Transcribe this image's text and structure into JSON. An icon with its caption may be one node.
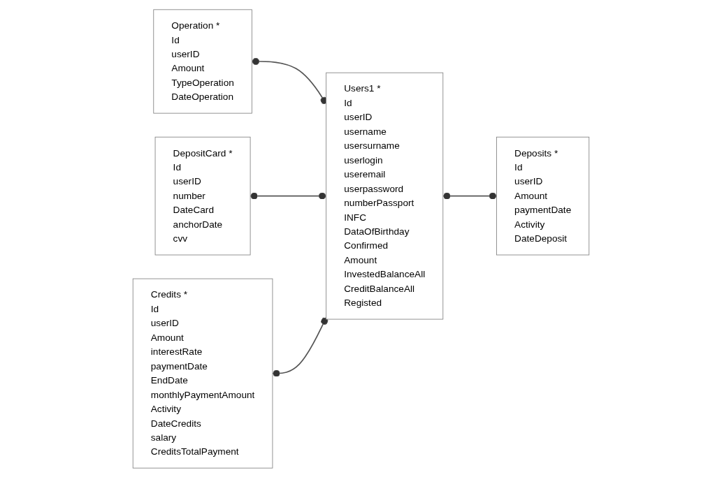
{
  "diagram": {
    "nodes": [
      {
        "text": [
          "Operation *",
          "Id",
          "userID",
          "Amount",
          "TypeOperation",
          "DateOperation"
        ]
      },
      {
        "text": [
          "DepositCard *",
          "Id",
          "userID",
          "number",
          "DateCard",
          "anchorDate",
          "cvv"
        ]
      },
      {
        "text": [
          "Users1 *",
          "Id",
          "userID",
          "username",
          "usersurname",
          "userlogin",
          "useremail",
          "userpassword",
          "numberPassport",
          "INFC",
          "DataOfBirthday",
          "Confirmed",
          "Amount",
          "InvestedBalanceAll",
          "CreditBalanceAll",
          "Registed"
        ]
      },
      {
        "text": [
          "Credits *",
          "Id",
          "userID",
          "Amount",
          "interestRate",
          "paymentDate",
          "EndDate",
          "monthlyPaymentAmount",
          "Activity",
          "DateCredits",
          "salary",
          "CreditsTotalPayment"
        ]
      },
      {
        "text": [
          "Deposits *",
          "Id",
          "userID",
          "Amount",
          "paymentDate",
          "Activity",
          "DateDeposit"
        ]
      }
    ],
    "edges": [
      {
        "from": 0,
        "to": 2,
        "arrow": "other"
      },
      {
        "from": 1,
        "to": 2,
        "arrow": "other"
      },
      {
        "from": 2,
        "to": 4,
        "arrow": "other"
      },
      {
        "from": 3,
        "to": 2,
        "arrow": "other"
      }
    ]
  }
}
